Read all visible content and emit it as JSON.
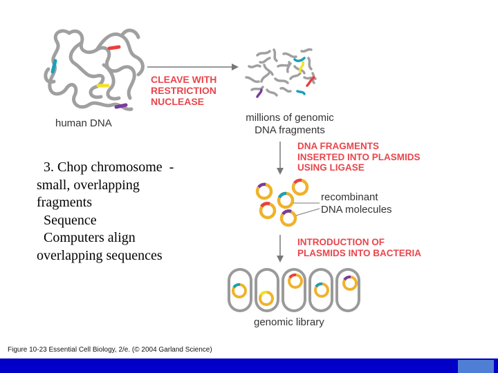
{
  "labels": {
    "human_dna": "human DNA",
    "cleave": [
      "CLEAVE WITH",
      "RESTRICTION",
      "NUCLEASE"
    ],
    "fragments": [
      "millions of genomic",
      "DNA fragments"
    ],
    "inserted": [
      "DNA FRAGMENTS",
      "INSERTED INTO PLASMIDS",
      "USING LIGASE"
    ],
    "recombinant": [
      "recombinant",
      "DNA molecules"
    ],
    "introduction": [
      "INTRODUCTION OF",
      "PLASMIDS INTO BACTERIA"
    ],
    "library": "genomic library"
  },
  "text_lines": [
    "  3. Chop chromosome  -",
    "small, overlapping",
    "fragments",
    "  Sequence",
    "  Computers align",
    "overlapping sequences"
  ],
  "caption": "Figure 10-23  Essential Cell Biology, 2/e. (© 2004 Garland Science)",
  "colors": {
    "dna_gray": "#9a9a9a",
    "label_red": "#e8454b",
    "plasmid_ring": "#f0b22a",
    "bar_blue": "#0000c8"
  }
}
